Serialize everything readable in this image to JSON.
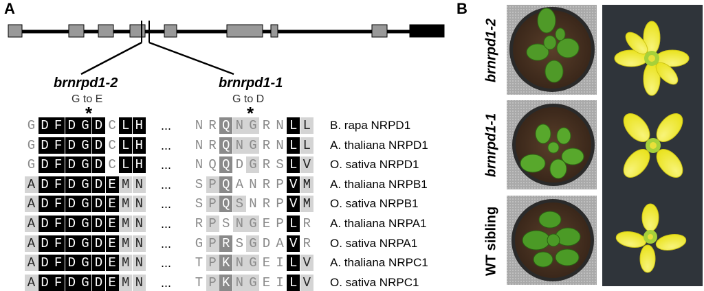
{
  "figure": {
    "panel_a_label": "A",
    "panel_b_label": "B"
  },
  "gene_model": {
    "line_color": "#000000",
    "exon_color": "#999999"
  },
  "mutations": [
    {
      "name": "brnrpd1-2",
      "change": "G to E",
      "marker": "*"
    },
    {
      "name": "brnrpd1-1",
      "change": "G to D",
      "marker": "*"
    }
  ],
  "alignment": {
    "ellipsis": "...",
    "rows": [
      {
        "species": "B. rapa NRPD1",
        "left": [
          [
            "G",
            "g"
          ],
          [
            "D",
            "b"
          ],
          [
            "F",
            "b"
          ],
          [
            "D",
            "b"
          ],
          [
            "G",
            "b"
          ],
          [
            "D",
            "b"
          ],
          [
            "C",
            "g"
          ],
          [
            "L",
            "b"
          ],
          [
            "H",
            "b"
          ]
        ],
        "right": [
          [
            "N",
            "g"
          ],
          [
            "R",
            "g"
          ],
          [
            "Q",
            "d"
          ],
          [
            "N",
            "lg"
          ],
          [
            "G",
            "lg"
          ],
          [
            "R",
            "g"
          ],
          [
            "N",
            "g"
          ],
          [
            "L",
            "b"
          ],
          [
            "L",
            "l"
          ]
        ]
      },
      {
        "species": "A. thaliana NRPD1",
        "left": [
          [
            "G",
            "g"
          ],
          [
            "D",
            "b"
          ],
          [
            "F",
            "b"
          ],
          [
            "D",
            "b"
          ],
          [
            "G",
            "b"
          ],
          [
            "D",
            "b"
          ],
          [
            "C",
            "g"
          ],
          [
            "L",
            "b"
          ],
          [
            "H",
            "b"
          ]
        ],
        "right": [
          [
            "N",
            "g"
          ],
          [
            "R",
            "g"
          ],
          [
            "Q",
            "d"
          ],
          [
            "N",
            "lg"
          ],
          [
            "G",
            "lg"
          ],
          [
            "R",
            "g"
          ],
          [
            "N",
            "g"
          ],
          [
            "L",
            "b"
          ],
          [
            "L",
            "l"
          ]
        ]
      },
      {
        "species": "O. sativa NRPD1",
        "left": [
          [
            "G",
            "g"
          ],
          [
            "D",
            "b"
          ],
          [
            "F",
            "b"
          ],
          [
            "D",
            "b"
          ],
          [
            "G",
            "b"
          ],
          [
            "D",
            "b"
          ],
          [
            "C",
            "g"
          ],
          [
            "L",
            "b"
          ],
          [
            "H",
            "b"
          ]
        ],
        "right": [
          [
            "N",
            "g"
          ],
          [
            "Q",
            "g"
          ],
          [
            "Q",
            "d"
          ],
          [
            "D",
            "g"
          ],
          [
            "G",
            "lg"
          ],
          [
            "R",
            "g"
          ],
          [
            "S",
            "g"
          ],
          [
            "L",
            "b"
          ],
          [
            "V",
            "l"
          ]
        ]
      },
      {
        "species": "A. thaliana NRPB1",
        "left": [
          [
            "A",
            "l"
          ],
          [
            "D",
            "b"
          ],
          [
            "F",
            "b"
          ],
          [
            "D",
            "b"
          ],
          [
            "G",
            "b"
          ],
          [
            "D",
            "b"
          ],
          [
            "E",
            "b"
          ],
          [
            "M",
            "l"
          ],
          [
            "N",
            "l"
          ]
        ],
        "right": [
          [
            "S",
            "g"
          ],
          [
            "P",
            "lg"
          ],
          [
            "Q",
            "d"
          ],
          [
            "A",
            "g"
          ],
          [
            "N",
            "g"
          ],
          [
            "R",
            "g"
          ],
          [
            "P",
            "g"
          ],
          [
            "V",
            "b"
          ],
          [
            "M",
            "l"
          ]
        ]
      },
      {
        "species": "O. sativa NRPB1",
        "left": [
          [
            "A",
            "l"
          ],
          [
            "D",
            "b"
          ],
          [
            "F",
            "b"
          ],
          [
            "D",
            "b"
          ],
          [
            "G",
            "b"
          ],
          [
            "D",
            "b"
          ],
          [
            "E",
            "b"
          ],
          [
            "M",
            "l"
          ],
          [
            "N",
            "l"
          ]
        ],
        "right": [
          [
            "S",
            "g"
          ],
          [
            "P",
            "lg"
          ],
          [
            "Q",
            "d"
          ],
          [
            "S",
            "lg"
          ],
          [
            "N",
            "g"
          ],
          [
            "R",
            "g"
          ],
          [
            "P",
            "g"
          ],
          [
            "V",
            "b"
          ],
          [
            "M",
            "l"
          ]
        ]
      },
      {
        "species": "A. thaliana NRPA1",
        "left": [
          [
            "A",
            "l"
          ],
          [
            "D",
            "b"
          ],
          [
            "F",
            "b"
          ],
          [
            "D",
            "b"
          ],
          [
            "G",
            "b"
          ],
          [
            "D",
            "b"
          ],
          [
            "E",
            "b"
          ],
          [
            "M",
            "l"
          ],
          [
            "N",
            "l"
          ]
        ],
        "right": [
          [
            "R",
            "g"
          ],
          [
            "P",
            "lg"
          ],
          [
            "S",
            "g"
          ],
          [
            "N",
            "lg"
          ],
          [
            "G",
            "lg"
          ],
          [
            "E",
            "g"
          ],
          [
            "P",
            "g"
          ],
          [
            "L",
            "b"
          ],
          [
            "R",
            "g"
          ]
        ]
      },
      {
        "species": "O. sativa NRPA1",
        "left": [
          [
            "A",
            "l"
          ],
          [
            "D",
            "b"
          ],
          [
            "F",
            "b"
          ],
          [
            "D",
            "b"
          ],
          [
            "G",
            "b"
          ],
          [
            "D",
            "b"
          ],
          [
            "E",
            "b"
          ],
          [
            "M",
            "l"
          ],
          [
            "N",
            "l"
          ]
        ],
        "right": [
          [
            "G",
            "g"
          ],
          [
            "P",
            "lg"
          ],
          [
            "R",
            "d"
          ],
          [
            "S",
            "g"
          ],
          [
            "G",
            "lg"
          ],
          [
            "D",
            "g"
          ],
          [
            "A",
            "g"
          ],
          [
            "V",
            "b"
          ],
          [
            "R",
            "g"
          ]
        ]
      },
      {
        "species": "A. thaliana NRPC1",
        "left": [
          [
            "A",
            "l"
          ],
          [
            "D",
            "b"
          ],
          [
            "F",
            "b"
          ],
          [
            "D",
            "b"
          ],
          [
            "G",
            "b"
          ],
          [
            "D",
            "b"
          ],
          [
            "E",
            "b"
          ],
          [
            "M",
            "l"
          ],
          [
            "N",
            "l"
          ]
        ],
        "right": [
          [
            "T",
            "g"
          ],
          [
            "P",
            "lg"
          ],
          [
            "K",
            "d"
          ],
          [
            "N",
            "lg"
          ],
          [
            "G",
            "lg"
          ],
          [
            "E",
            "g"
          ],
          [
            "I",
            "g"
          ],
          [
            "L",
            "b"
          ],
          [
            "V",
            "l"
          ]
        ]
      },
      {
        "species": "O. sativa NRPC1",
        "left": [
          [
            "A",
            "l"
          ],
          [
            "D",
            "b"
          ],
          [
            "F",
            "b"
          ],
          [
            "D",
            "b"
          ],
          [
            "G",
            "b"
          ],
          [
            "D",
            "b"
          ],
          [
            "E",
            "b"
          ],
          [
            "M",
            "l"
          ],
          [
            "N",
            "l"
          ]
        ],
        "right": [
          [
            "T",
            "g"
          ],
          [
            "P",
            "lg"
          ],
          [
            "K",
            "d"
          ],
          [
            "N",
            "lg"
          ],
          [
            "G",
            "lg"
          ],
          [
            "E",
            "g"
          ],
          [
            "I",
            "g"
          ],
          [
            "L",
            "b"
          ],
          [
            "V",
            "l"
          ]
        ]
      }
    ]
  },
  "plants": [
    {
      "label": "brnrpd1-2",
      "italic": true
    },
    {
      "label": "brnrpd1-1",
      "italic": true
    },
    {
      "label": "WT sibling",
      "italic": false
    }
  ],
  "colors": {
    "leaf": "#3f8a1e",
    "leaf_light": "#6fbf3a",
    "soil": "#4a3322",
    "pot_bg": "#b8b8b8",
    "flower_panel": "#2b2f35",
    "petal": "#f3ef2a",
    "petal_shade": "#d9cf10"
  }
}
